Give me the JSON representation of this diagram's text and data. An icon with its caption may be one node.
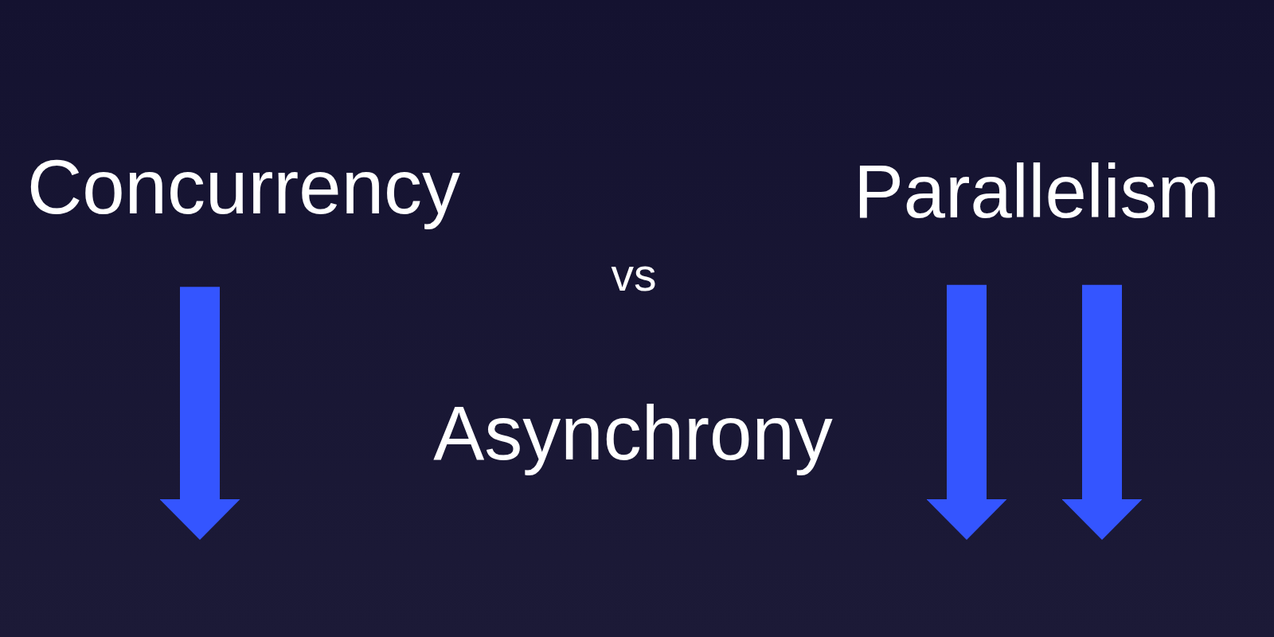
{
  "diagram": {
    "nodes": [
      {
        "text": [
          "Concurrency"
        ]
      },
      {
        "text": [
          "Parallelism"
        ]
      }
    ],
    "edges": [
      {
        "from": 0,
        "to": null,
        "arrow": "to"
      },
      {
        "from": 1,
        "to": null,
        "arrow": "to"
      },
      {
        "from": 1,
        "to": null,
        "arrow": "to"
      }
    ],
    "labels": [
      "vs",
      "Asynchrony"
    ]
  }
}
